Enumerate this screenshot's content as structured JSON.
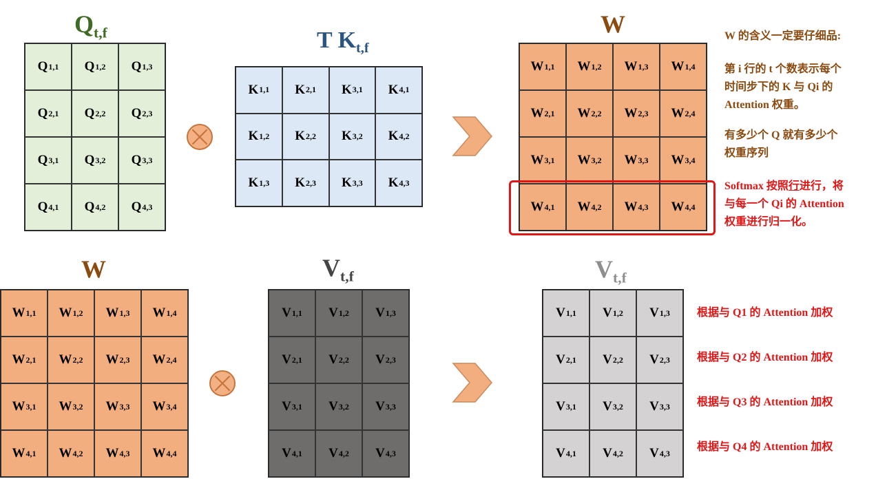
{
  "top": {
    "q": {
      "title": "Q",
      "title_sub": "t,f",
      "title_color": "#3f6a25",
      "letter": "Q",
      "subs": [
        [
          "1,1",
          "1,2",
          "1,3"
        ],
        [
          "2,1",
          "2,2",
          "2,3"
        ],
        [
          "3,1",
          "3,2",
          "3,3"
        ],
        [
          "4,1",
          "4,2",
          "4,3"
        ]
      ]
    },
    "k": {
      "title": "T K",
      "title_sub": "t,f",
      "title_color": "#2b5480",
      "letter": "K",
      "subs": [
        [
          "1,1",
          "2,1",
          "3,1",
          "4,1"
        ],
        [
          "1,2",
          "2,2",
          "3,2",
          "4,2"
        ],
        [
          "1,3",
          "2,3",
          "3,3",
          "4,3"
        ]
      ]
    },
    "w": {
      "title": "W",
      "title_color": "#8a4a10",
      "letter": "W",
      "subs": [
        [
          "1,1",
          "1,2",
          "1,3",
          "1,4"
        ],
        [
          "2,1",
          "2,2",
          "2,3",
          "2,4"
        ],
        [
          "3,1",
          "3,2",
          "3,3",
          "3,4"
        ],
        [
          "4,1",
          "4,2",
          "4,3",
          "4,4"
        ]
      ]
    },
    "notes": {
      "heading": "W 的含义一定要仔细品:",
      "p1_line1": "第 i 行的 t 个数表示每个",
      "p1_line2": "时间步下的 K 与 Qi 的",
      "p1_line3": "Attention 权重。",
      "p2_line1": "有多少个 Q 就有多少个",
      "p2_line2": "权重序列",
      "softmax_line1_pre": "Softmax 按照",
      "softmax_line1_em": "行",
      "softmax_line1_post": "进行，将",
      "softmax_line2": "与每一个 Qi 的 Attention",
      "softmax_line3": "权重进行归一化。"
    }
  },
  "bottom": {
    "w": {
      "title": "W",
      "title_color": "#8a4a10",
      "letter": "W",
      "subs": [
        [
          "1,1",
          "1,2",
          "1,3",
          "1,4"
        ],
        [
          "2,1",
          "2,2",
          "2,3",
          "2,4"
        ],
        [
          "3,1",
          "3,2",
          "3,3",
          "3,4"
        ],
        [
          "4,1",
          "4,2",
          "4,3",
          "4,4"
        ]
      ]
    },
    "v_dark": {
      "title": "V",
      "title_sub": "t,f",
      "title_color": "#444444",
      "letter": "V",
      "subs": [
        [
          "1,1",
          "1,2",
          "1,3"
        ],
        [
          "2,1",
          "2,2",
          "2,3"
        ],
        [
          "3,1",
          "3,2",
          "3,3"
        ],
        [
          "4,1",
          "4,2",
          "4,3"
        ]
      ]
    },
    "v_light": {
      "title": "V",
      "title_sub": "t,f",
      "title_color": "#8e8e8e",
      "letter": "V",
      "subs": [
        [
          "1,1",
          "1,2",
          "1,3"
        ],
        [
          "2,1",
          "2,2",
          "2,3"
        ],
        [
          "3,1",
          "3,2",
          "3,3"
        ],
        [
          "4,1",
          "4,2",
          "4,3"
        ]
      ]
    },
    "notes": [
      "根据与 Q1 的 Attention 加权",
      "根据与 Q2 的 Attention 加权",
      "根据与 Q3 的 Attention 加权",
      "根据与 Q4 的 Attention 加权"
    ]
  },
  "colors": {
    "q_fill": "#e3efd9",
    "k_fill": "#dce8f5",
    "w_fill": "#f2ae7f",
    "v_dark_fill": "#6f6c6c",
    "v_light_fill": "#d4d2d2",
    "operator": "#f2b083",
    "highlight": "#e01515",
    "note_brown": "#8a4a10"
  },
  "icons": {
    "multiply": "circled-times-icon",
    "arrow": "chevron-right-arrow-icon"
  }
}
